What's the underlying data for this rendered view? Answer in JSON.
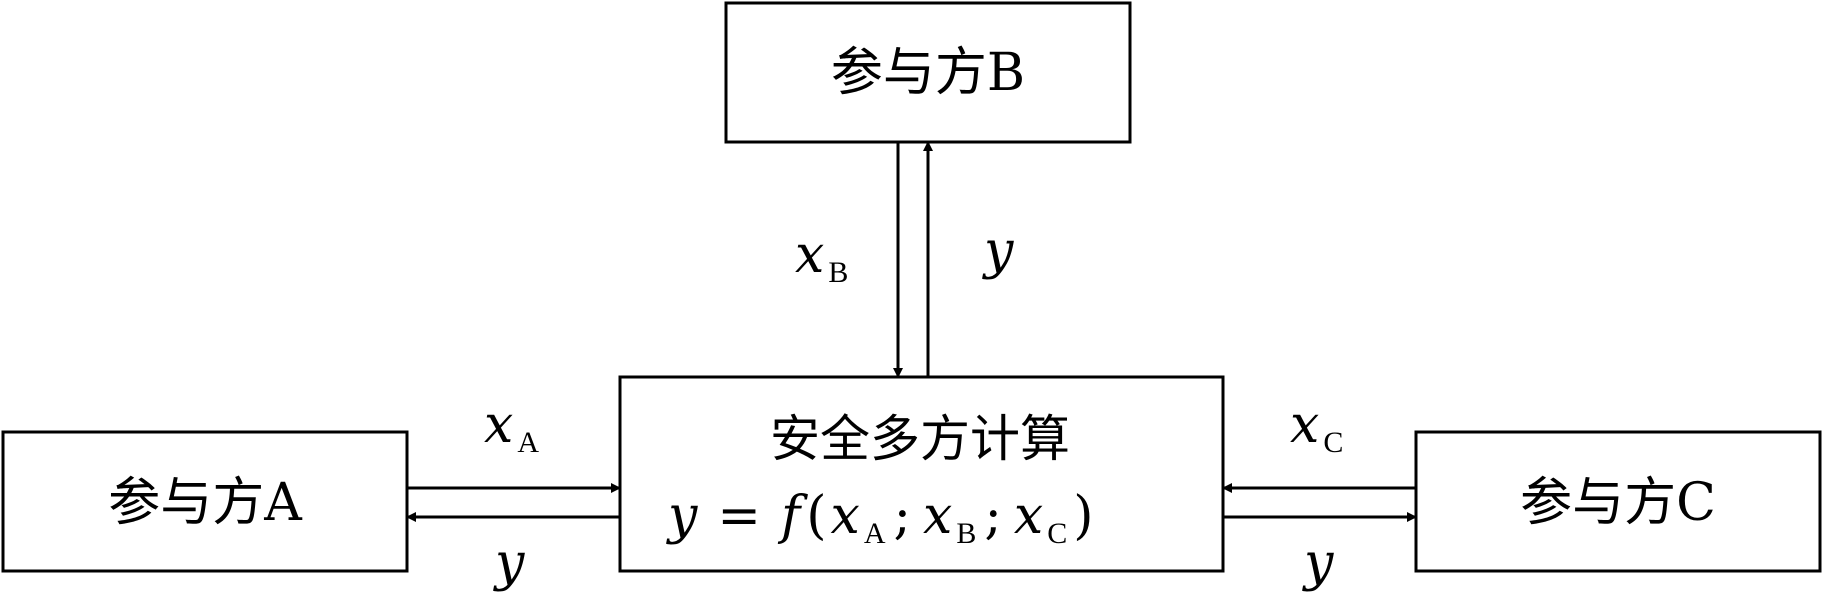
{
  "boxes": {
    "party_b": "参与方B",
    "party_a": "参与方A",
    "party_c": "参与方C",
    "center_title": "安全多方计算"
  },
  "formula": {
    "y": "y",
    "equals": "=",
    "f": "f",
    "open_paren": "(",
    "x": "x",
    "sub_a": "A",
    "sep": ";",
    "sub_b": "B",
    "sub_c": "C",
    "close_paren": ")"
  },
  "edges": {
    "b_input_var": "x",
    "b_input_sub": "B",
    "b_output": "y",
    "a_input_var": "x",
    "a_input_sub": "A",
    "a_output": "y",
    "c_input_var": "x",
    "c_input_sub": "C",
    "c_output": "y"
  }
}
